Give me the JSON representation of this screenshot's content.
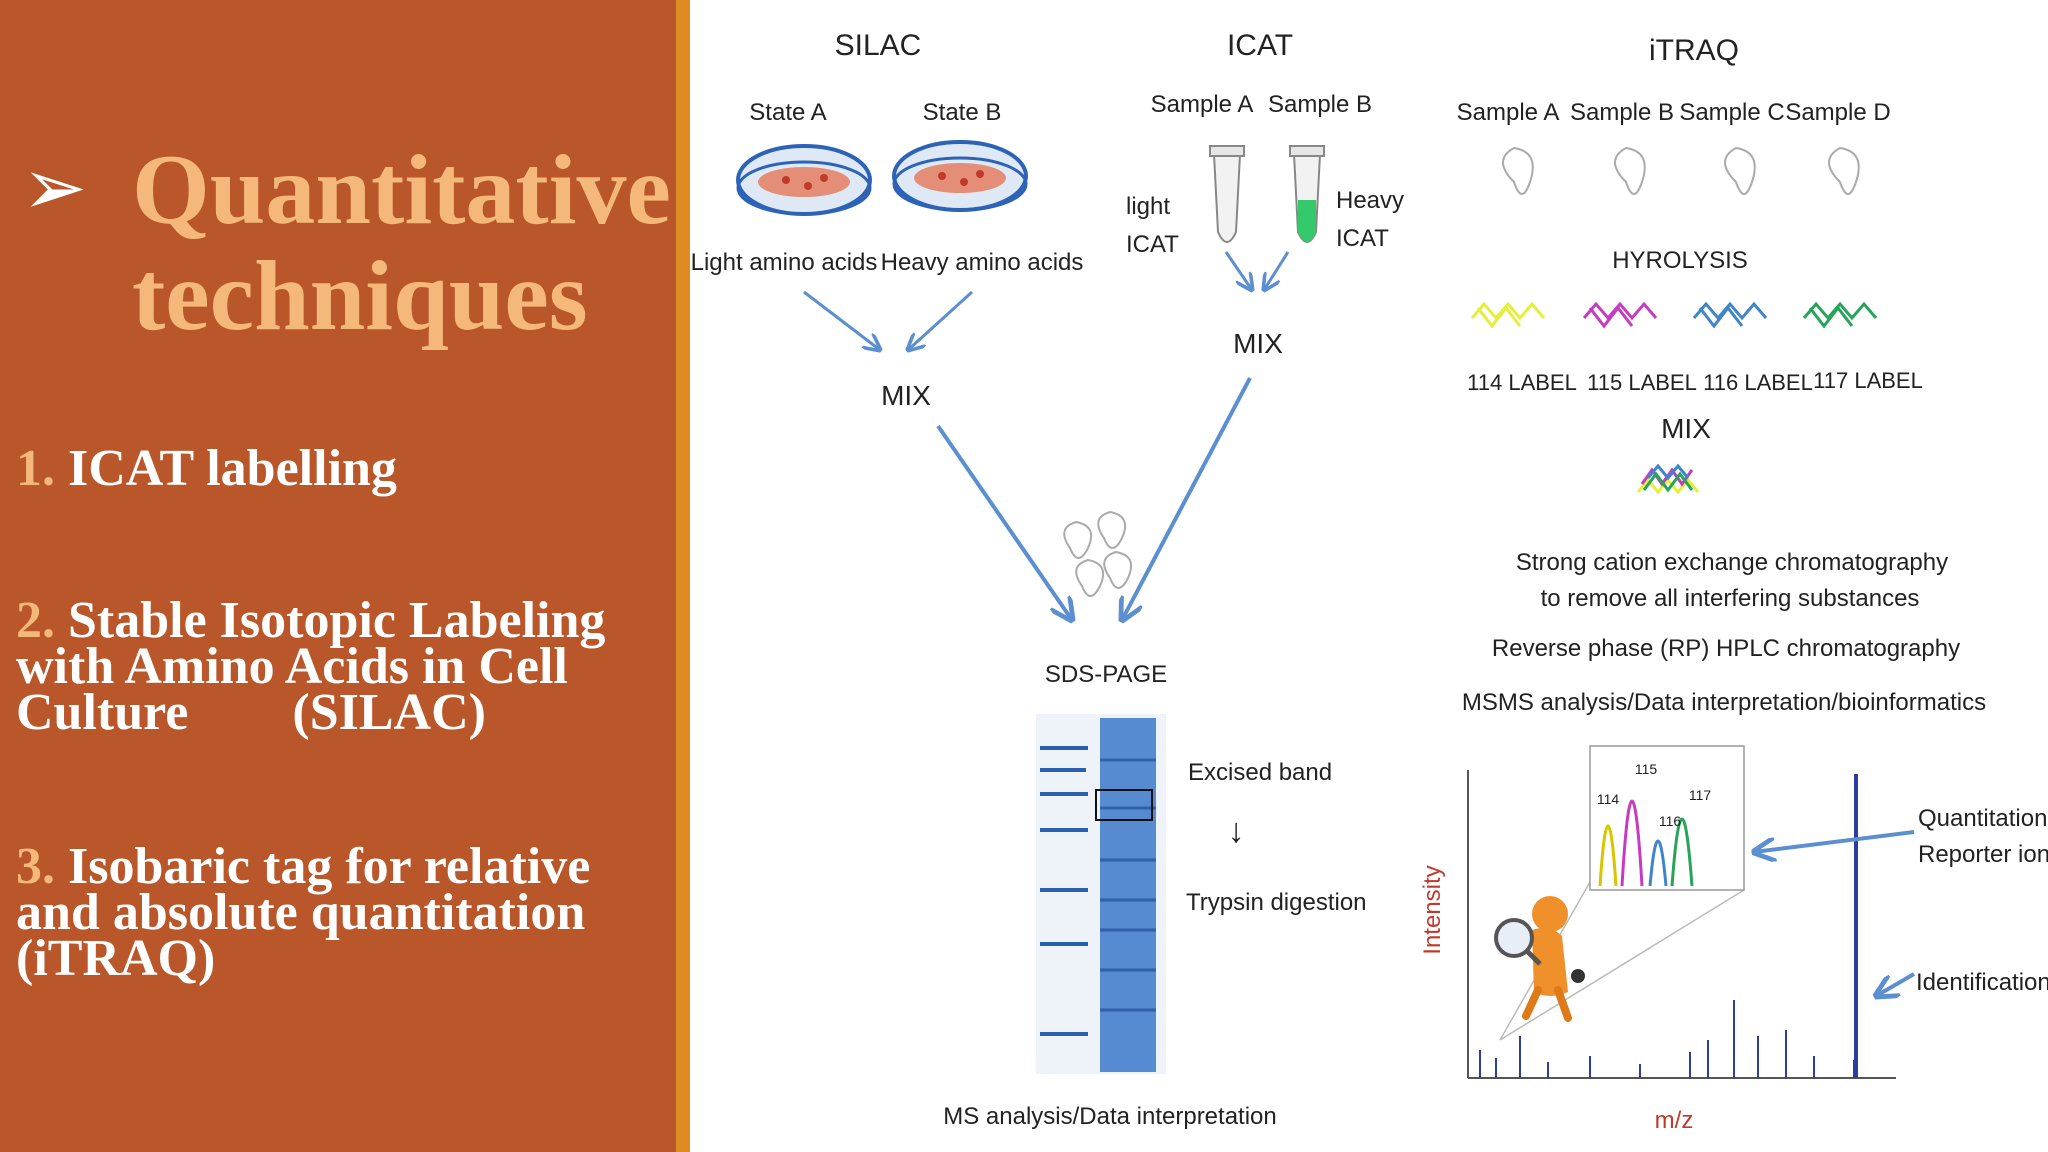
{
  "slide": {
    "title_line1": "Quantitative",
    "title_line2": "techniques",
    "items": [
      {
        "num": "1.",
        "text": "ICAT labelling"
      },
      {
        "num": "2.",
        "line1": "Stable Isotopic Labeling",
        "line2": "with Amino Acids in Cell",
        "line3": "Culture        (SILAC)"
      },
      {
        "num": "3.",
        "line1": "Isobaric tag for relative",
        "line2": "and absolute quantitation",
        "line3": "(iTRAQ)"
      }
    ]
  },
  "diagram": {
    "silac": {
      "title": "SILAC",
      "state_a": "State A",
      "state_b": "State B",
      "light": "Light amino acids",
      "heavy": "Heavy amino acids",
      "mix": "MIX"
    },
    "icat": {
      "title": "ICAT",
      "sample_a": "Sample A",
      "sample_b": "Sample B",
      "light1": "light",
      "light2": "ICAT",
      "heavy1": "Heavy",
      "heavy2": "ICAT",
      "mix": "MIX"
    },
    "sds_page": "SDS-PAGE",
    "excised": "Excised band",
    "down_arrow": "↓",
    "trypsin": "Trypsin digestion",
    "ms_analysis": "MS analysis/Data interpretation",
    "itraq": {
      "title": "iTRAQ",
      "samples": [
        "Sample A",
        "Sample B",
        "Sample C",
        "Sample D"
      ],
      "hydrolysis": "HYROLYSIS",
      "labels": [
        "114 LABEL",
        "115 LABEL",
        "116 LABEL",
        "117 LABEL"
      ],
      "mix": "MIX",
      "step1a": "Strong cation exchange chromatography",
      "step1b": "to remove all interfering substances",
      "step2": "Reverse phase (RP) HPLC chromatography",
      "step3": "MSMS analysis/Data interpretation/bioinformatics"
    },
    "spectrum": {
      "ylabel": "Intensity",
      "xlabel": "m/z",
      "peaks": [
        "114",
        "115",
        "116",
        "117"
      ],
      "quant1": "Quantitation",
      "quant2": "Reporter ion",
      "ident": "Identification"
    },
    "colors": {
      "arrow": "#5b8fd0",
      "label114": "#e5ef3a",
      "label115": "#c43cc0",
      "label116": "#3f86c9",
      "label117": "#28a45a",
      "gel": "#3c78c9"
    }
  }
}
